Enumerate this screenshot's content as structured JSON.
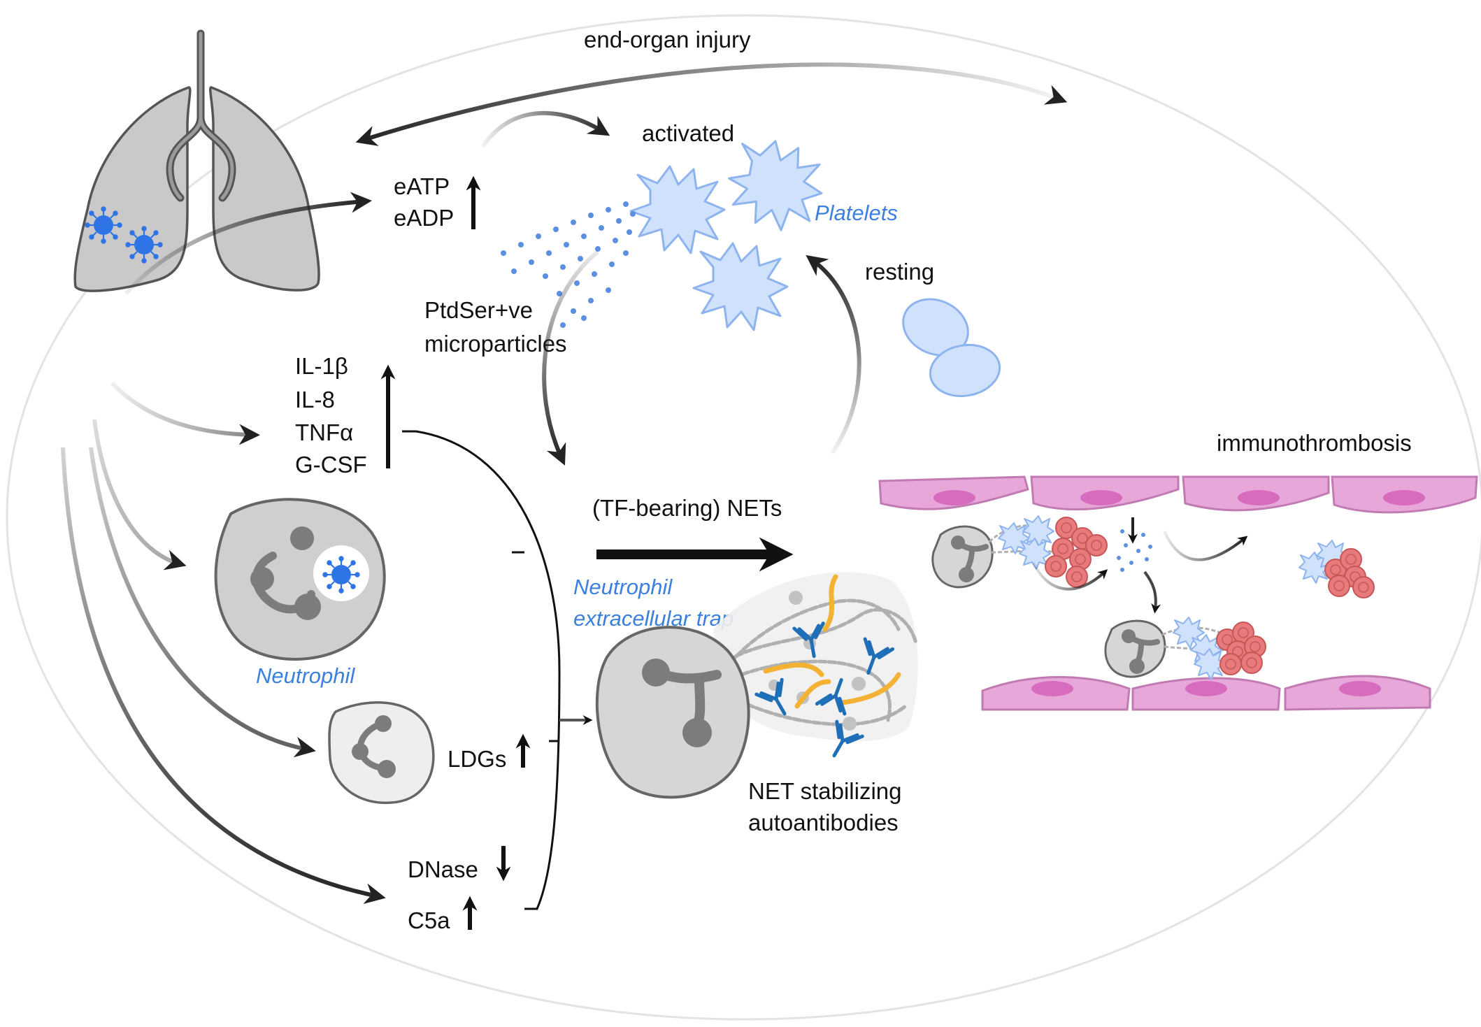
{
  "colors": {
    "label_text": "#111111",
    "italic_label": "#3b7fe0",
    "virus": "#2f74e6",
    "platelet_fill": "#cfe1fb",
    "platelet_stroke": "#8db4ee",
    "endothelium_fill": "#e7a7d8",
    "endothelium_stroke": "#c27ab3",
    "endothelium_nucleus": "#d76cbf",
    "red_cell": "#e77a7a",
    "antibody": "#1f6fb8",
    "fiber_yellow": "#f3b233",
    "cell_grey": "#cfcfcf",
    "cell_stroke": "#666666",
    "nucleus_grey": "#808080"
  },
  "icons": [
    "lungs-icon",
    "virus-icon",
    "neutrophil-icon",
    "ldg-neutrophil-icon",
    "platelet-icon",
    "resting-platelet-icon",
    "net-neutrophil-icon",
    "antibody-icon",
    "endothelial-cell-icon",
    "red-blood-cell-icon",
    "microparticle-dots-icon"
  ],
  "labels": {
    "end_organ_injury": "end-organ injury",
    "eatp": "eATP",
    "eadp": "eADP",
    "activated": "activated",
    "platelets": "Platelets",
    "resting": "resting",
    "ptdser_line1": "PtdSer+ve",
    "ptdser_line2": "microparticles",
    "il1b": "IL-1β",
    "il8": "IL-8",
    "tnfa": "TNFα",
    "gcsf": "G-CSF",
    "tf_nets": "(TF-bearing) NETs",
    "net_label_line1": "Neutrophil",
    "net_label_line2": "extracellular trap",
    "neutrophil": "Neutrophil",
    "ldgs": "LDGs",
    "net_autoab_line1": "NET stabilizing",
    "net_autoab_line2": "autoantibodies",
    "dnase": "DNase",
    "c5a": "C5a",
    "immunothrombosis": "immunothrombosis"
  }
}
